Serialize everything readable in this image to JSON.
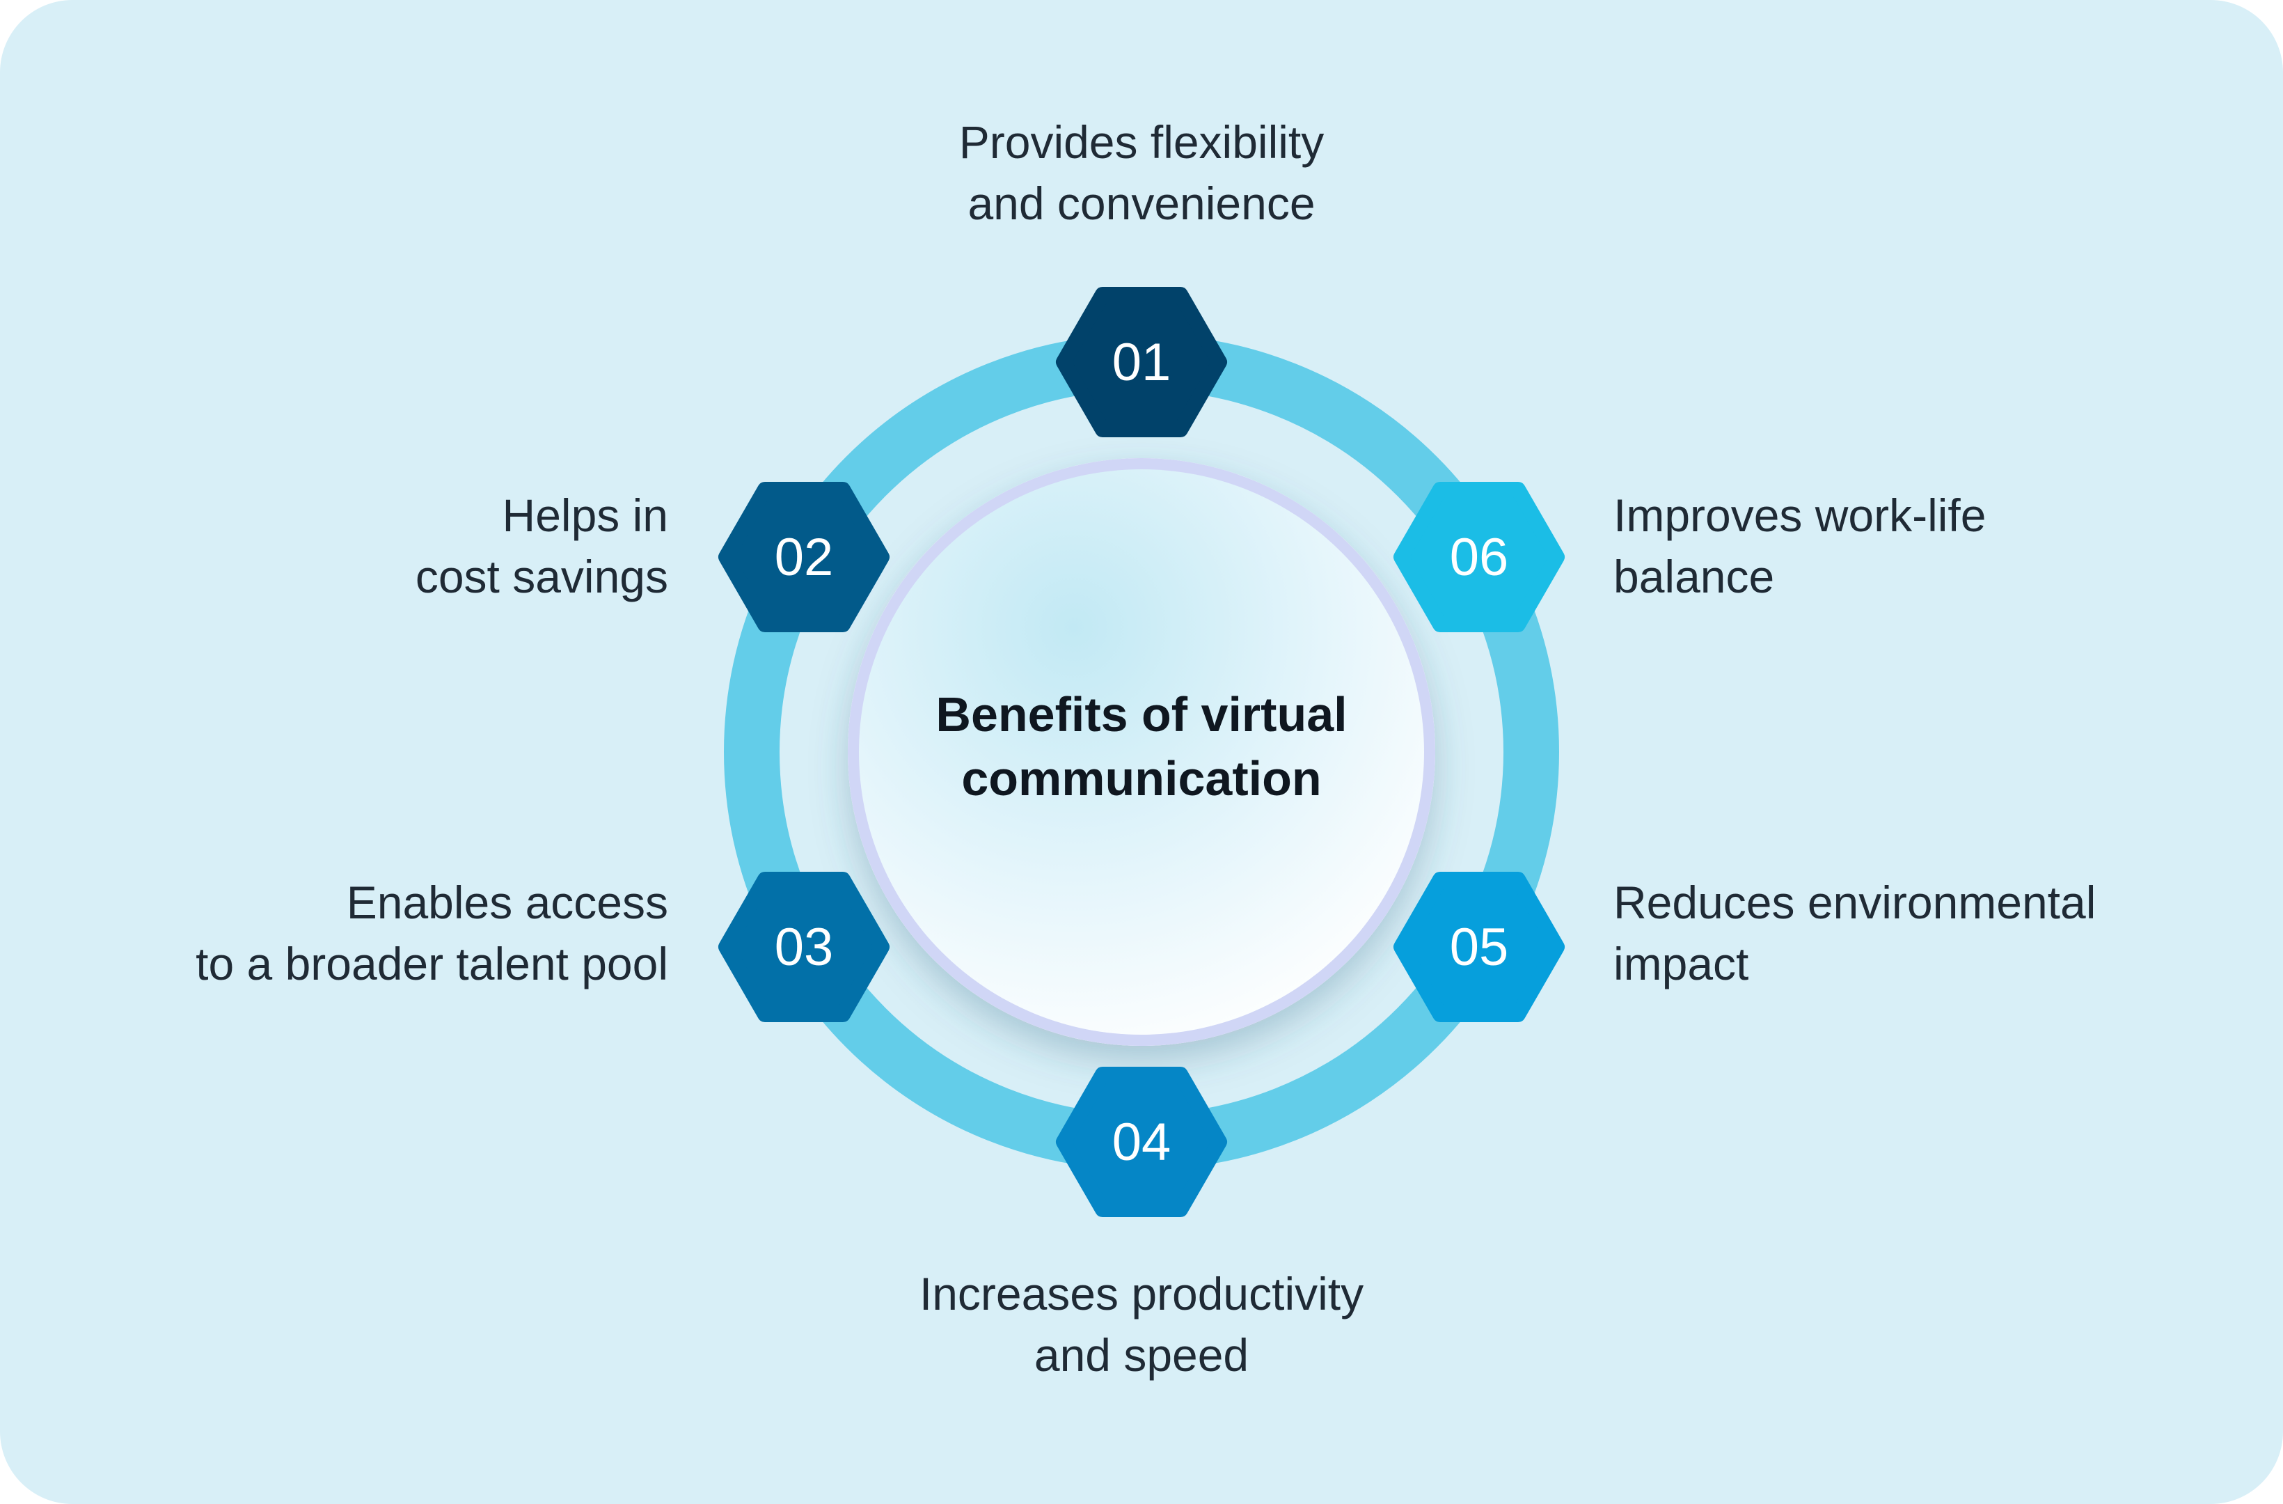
{
  "diagram": {
    "center_title_lines": [
      "Benefits of virtual",
      "communication"
    ],
    "steps": [
      {
        "number": "01",
        "lines": [
          "Provides flexibility",
          "and convenience"
        ],
        "color": "#01426a"
      },
      {
        "number": "02",
        "lines": [
          "Helps in",
          "cost savings"
        ],
        "color": "#025a8a"
      },
      {
        "number": "03",
        "lines": [
          "Enables access",
          "to a broader talent pool"
        ],
        "color": "#0270a8"
      },
      {
        "number": "04",
        "lines": [
          "Increases productivity",
          "and speed"
        ],
        "color": "#0586c6"
      },
      {
        "number": "05",
        "lines": [
          "Reduces environmental",
          "impact"
        ],
        "color": "#069fdc"
      },
      {
        "number": "06",
        "lines": [
          "Improves work-life",
          "balance"
        ],
        "color": "#1bbde6"
      }
    ],
    "colors": {
      "background": "#d8eff7",
      "ring": "#63cde9",
      "text": "#1f2a35",
      "badge_text": "#ffffff"
    }
  }
}
